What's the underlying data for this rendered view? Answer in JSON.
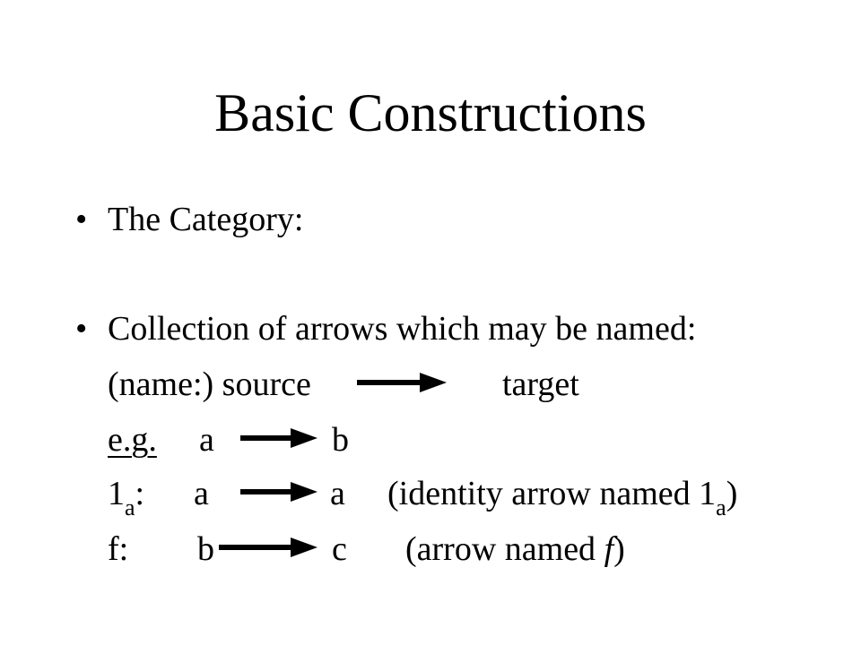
{
  "slide": {
    "title": "Basic Constructions",
    "bullets": [
      {
        "symbol": "•",
        "text": "The Category:"
      },
      {
        "symbol": "•",
        "text": "Collection of arrows which may be named:"
      }
    ],
    "lines": {
      "name_line": {
        "name": "(name:) source",
        "target": "target"
      },
      "example_line": {
        "prefix": "e.g.",
        "source": "a",
        "target": "b"
      },
      "identity_line": {
        "name_main": "1",
        "name_sub": "a",
        "colon": ":",
        "source": "a",
        "target": "a",
        "note_start": "(identity arrow named 1",
        "note_sub": "a",
        "note_end": ")"
      },
      "f_line": {
        "name": "f:",
        "source": "b",
        "target": "c",
        "note_start": "(arrow named ",
        "note_italic": "f",
        "note_end": ")"
      }
    },
    "arrow_color": "#000000"
  }
}
